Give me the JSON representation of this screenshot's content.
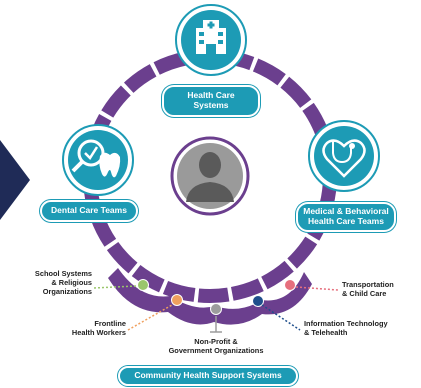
{
  "center": {
    "icon": "person-icon"
  },
  "roles": [
    {
      "id": "health-care-systems",
      "label": "Health Care Systems",
      "icon": "hospital-icon"
    },
    {
      "id": "dental-care-teams",
      "label": "Dental Care Teams",
      "icon": "tooth-magnifier-icon"
    },
    {
      "id": "medical-behavioral",
      "label_lines": [
        "Medical & Behavioral",
        "Health Care Teams"
      ],
      "icon": "heart-stethoscope-icon"
    }
  ],
  "support": {
    "title": "Community Health Support Systems",
    "items": [
      {
        "id": "school-systems",
        "lines": [
          "School Systems",
          "& Religious",
          "Organizations"
        ],
        "color": "#9ac66b"
      },
      {
        "id": "frontline",
        "lines": [
          "Frontline",
          "Health Workers"
        ],
        "color": "#f0a05e"
      },
      {
        "id": "non-profit",
        "lines": [
          "Non-Profit &",
          "Government Organizations"
        ],
        "color": "#9c9c9c"
      },
      {
        "id": "information-technology",
        "lines": [
          "Information Technology",
          "& Telehealth"
        ],
        "color": "#1f4f8c"
      },
      {
        "id": "transportation",
        "lines": [
          "Transportation",
          "& Child Care"
        ],
        "color": "#e66f7d"
      }
    ]
  },
  "colors": {
    "ring": "#6b3f8e",
    "accent": "#1d9bb5",
    "arrow": "#1f2b57"
  }
}
